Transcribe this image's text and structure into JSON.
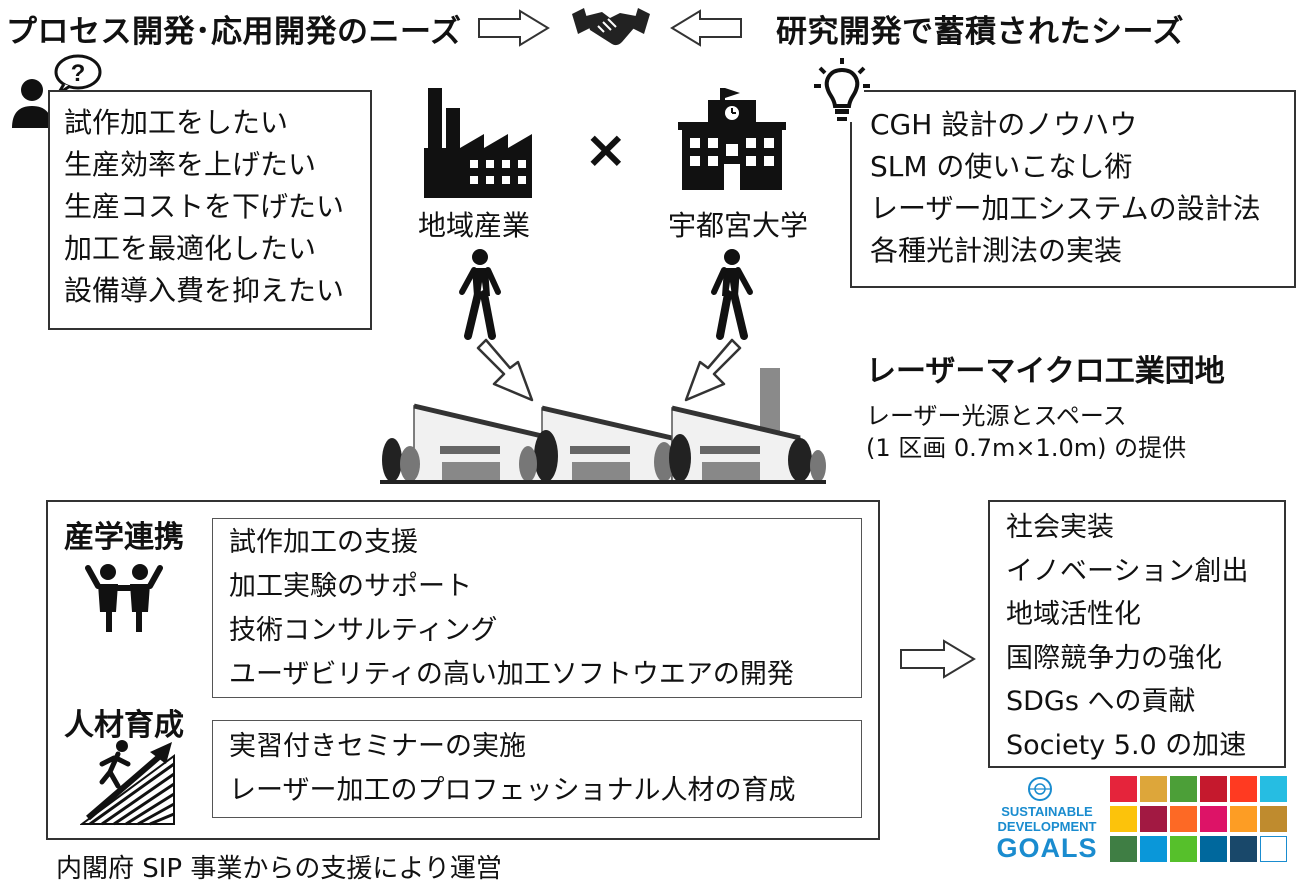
{
  "header": {
    "needs_title": "プロセス開発･応用開発のニーズ",
    "seeds_title": "研究開発で蓄積されたシーズ",
    "handshake_icon": "handshake-icon"
  },
  "needs": {
    "items": [
      "試作加工をしたい",
      "生産効率を上げたい",
      "生産コストを下げたい",
      "加工を最適化したい",
      "設備導入費を抑えたい"
    ]
  },
  "seeds": {
    "items": [
      "CGH 設計のノウハウ",
      "SLM の使いこなし術",
      "レーザー加工システムの設計法",
      "各種光計測法の実装"
    ]
  },
  "partners": {
    "left_label": "地域産業",
    "times": "×",
    "right_label": "宇都宮大学"
  },
  "park": {
    "title": "レーザーマイクロ工業団地",
    "desc1": "レーザー光源とスペース",
    "desc2": "(1 区画 0.7m×1.0m) の提供"
  },
  "industry": {
    "title": "産学連携",
    "items": [
      "試作加工の支援",
      "加工実験のサポート",
      "技術コンサルティング",
      "ユーザビリティの高い加工ソフトウエアの開発"
    ]
  },
  "talent": {
    "title": "人材育成",
    "items": [
      "実習付きセミナーの実施",
      "レーザー加工のプロフェッショナル人材の育成"
    ]
  },
  "outcomes": {
    "items": [
      "社会実装",
      "イノベーション創出",
      "地域活性化",
      "国際競争力の強化",
      "SDGs への貢献",
      "Society 5.0 の加速"
    ]
  },
  "footer": {
    "note": "内閣府 SIP 事業からの支援により運営"
  },
  "sdg": {
    "line1": "SUSTAINABLE",
    "line2": "DEVELOPMENT",
    "line3": "GOALS",
    "colors": [
      "#e5243b",
      "#dda63a",
      "#4c9f38",
      "#c5192d",
      "#ff3a21",
      "#26bde2",
      "#fcc30b",
      "#a21942",
      "#fd6925",
      "#dd1367",
      "#fd9d24",
      "#bf8b2e",
      "#3f7e44",
      "#0a97d9",
      "#56c02b",
      "#00689d",
      "#19486a",
      "#ffffff"
    ]
  }
}
